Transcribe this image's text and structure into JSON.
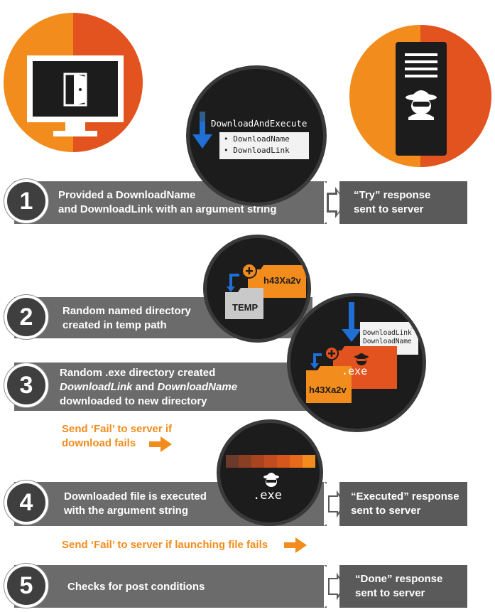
{
  "code_popup": {
    "function_name": "DownloadAndExecute",
    "args": [
      "DownloadName",
      "DownloadLink"
    ]
  },
  "steps": [
    {
      "number": "1",
      "lines": [
        "Provided a DownloadName",
        "and DownloadLink with an argument string"
      ]
    },
    {
      "number": "2",
      "lines": [
        "Random named directory",
        "created in temp path"
      ]
    },
    {
      "number": "3",
      "lines": [
        "Random .exe directory created",
        "DownloadLink and DownloadName",
        "downloaded to new directory"
      ]
    },
    {
      "number": "4",
      "lines": [
        "Downloaded file is executed",
        "with the argument string"
      ]
    },
    {
      "number": "5",
      "lines": [
        "Checks for post conditions"
      ]
    }
  ],
  "step3_italic_words": [
    "DownloadLink",
    "DownloadName"
  ],
  "responses": [
    {
      "lines": [
        "“Try” response",
        "sent to server"
      ]
    },
    {
      "lines": [
        "“Executed” response",
        "sent to server"
      ]
    },
    {
      "lines": [
        "“Done” response",
        "sent to server"
      ]
    }
  ],
  "fail_notes": {
    "download_fail": [
      "Send ‘Fail’ to server if",
      "download fails"
    ],
    "launch_fail": "Send ‘Fail’ to server if launching file fails"
  },
  "folders": {
    "temp_label": "TEMP",
    "random_dir_label": "h43Xa2v",
    "exe_label": ".exe",
    "doc_lines": [
      "DownloadLink",
      "DownloadName"
    ],
    "exe_caption": ".exe"
  },
  "colors": {
    "orange": "#f28c1c",
    "orange_dark": "#e2531f",
    "bar_gray": "#6b6b6b",
    "circle_dark": "#3f3f3f",
    "black_bubble": "#1c1c1c"
  }
}
